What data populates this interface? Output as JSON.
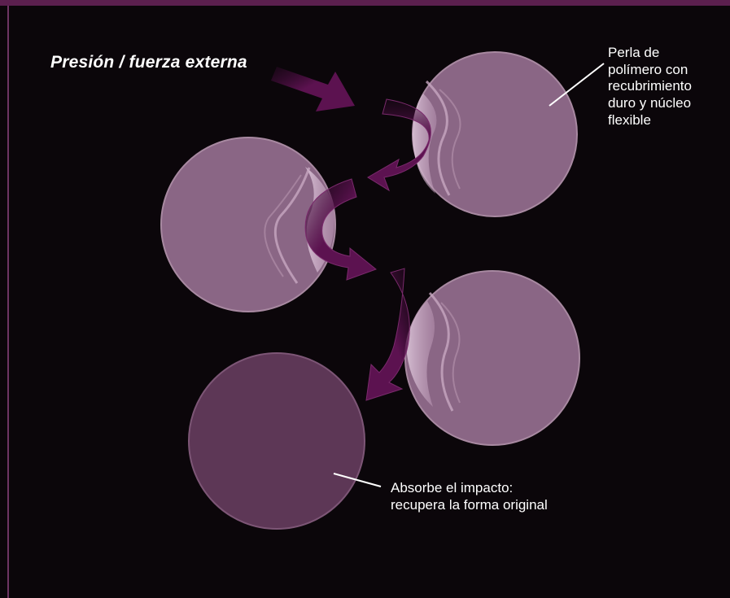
{
  "title": "Presión / fuerza externa",
  "bead_label": "Perla de\npolímero con\nrecubrimiento\nduro y núcleo\nflexible",
  "impact_label": "Absorbe el impacto:\nrecupera la forma original",
  "colors": {
    "background": "#0b060a",
    "top_bar": "#5b1f4e",
    "left_border": "#6e3563",
    "bead_fill": "#8a6685",
    "bead_recovered_fill": "#5d3756",
    "bead_stroke": "#a889a1",
    "dent_light": "#d6bdd2",
    "arrow": "#5c1250",
    "label_text": "#ffffff"
  }
}
